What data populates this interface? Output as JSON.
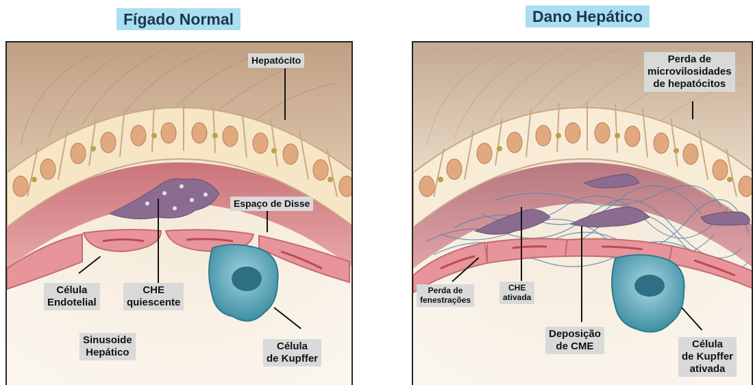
{
  "panels": {
    "normal": {
      "title": "Fígado Normal",
      "labels": {
        "hepatocyte": "Hepatócito",
        "disse_space": "Espaço de Disse",
        "endothelial_cell": [
          "Célula",
          "Endotelial"
        ],
        "quiescent_hsc": [
          "CHE",
          "quiescente"
        ],
        "sinusoid": [
          "Sinusoide",
          "Hepático"
        ],
        "kupffer_cell": [
          "Célula",
          "de Kupffer"
        ]
      }
    },
    "damage": {
      "title": "Dano Hepático",
      "labels": {
        "microvilli_loss": [
          "Perda de",
          "microvilosidades",
          "de hepatócitos"
        ],
        "fenestration_loss": [
          "Perda de",
          "fenestrações"
        ],
        "activated_hsc": [
          "CHE",
          "ativada"
        ],
        "ecm_deposition": [
          "Deposição",
          "de CME"
        ],
        "activated_kupffer": [
          "Célula",
          "de Kupffer",
          "ativada"
        ]
      }
    }
  },
  "colors": {
    "title_bg": "#a9dff0",
    "label_bg": "#d9d9d9",
    "hepatocyte": "#f6e6c6",
    "nucleus": "#e2a97e",
    "endothelium": "#e7959a",
    "stellate": "#8a6c90",
    "kupffer": "#3f9bb0",
    "ecm": "#5b86a6"
  }
}
